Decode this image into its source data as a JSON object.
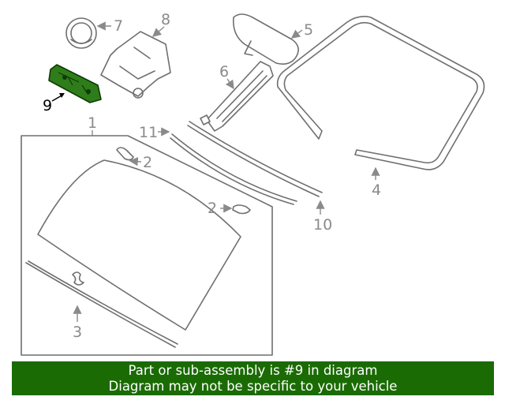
{
  "diagram": {
    "callouts": {
      "c1": "1",
      "c2a": "2",
      "c2b": "2",
      "c3": "3",
      "c4": "4",
      "c5": "5",
      "c6": "6",
      "c7": "7",
      "c8": "8",
      "c9": "9",
      "c10": "10",
      "c11": "11"
    },
    "highlight_part": "9",
    "colors": {
      "highlight_fill": "#2f7d1a",
      "line": "#6f6f6f",
      "banner": "#1b6b05"
    }
  },
  "footer": {
    "line1": "Part or sub-assembly is #9 in diagram",
    "line2": "Diagram may not be specific to your vehicle"
  }
}
